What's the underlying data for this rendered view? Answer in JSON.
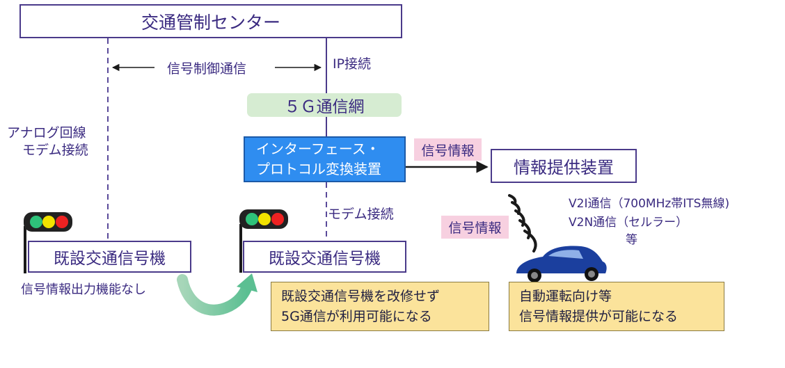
{
  "center": {
    "label": "交通管制センター"
  },
  "links": {
    "signal_control_comm": "信号制御通信",
    "ip_connection": "IP接続",
    "analog_line_1": "アナログ回線",
    "analog_line_2": "モデム接続",
    "modem_connection": "モデム接続"
  },
  "network": {
    "label": "５Ｇ通信網"
  },
  "converter": {
    "line1": "インターフェース・",
    "line2": "プロトコル変換装置"
  },
  "tags": {
    "signal_info_1": "信号情報",
    "signal_info_2": "信号情報"
  },
  "info_device": {
    "label": "情報提供装置"
  },
  "v2x": {
    "line1": "V2I通信（700MHz帯ITS無線)",
    "line2": "V2N通信（セルラー）",
    "line3": "等"
  },
  "signals": {
    "left_label": "既設交通信号機",
    "right_label": "既設交通信号機",
    "left_note": "信号情報出力機能なし"
  },
  "notes": {
    "retrofit_1": "既設交通信号機を改修せず",
    "retrofit_2": "5G通信が利用可能になる",
    "auto_1": "自動運転向け等",
    "auto_2": "信号情報提供が可能になる"
  },
  "colors": {
    "text": "#3a2a80",
    "border": "#4a3a8a",
    "network_bg": "#d6ecd2",
    "converter_bg": "#2f8df0",
    "tag_bg": "#f7d0e0",
    "note_bg": "#fbe39b",
    "car": "#1b3f9e",
    "lamp_green": "#2ec27a",
    "lamp_yellow": "#f2e200",
    "lamp_red": "#ee2222"
  }
}
